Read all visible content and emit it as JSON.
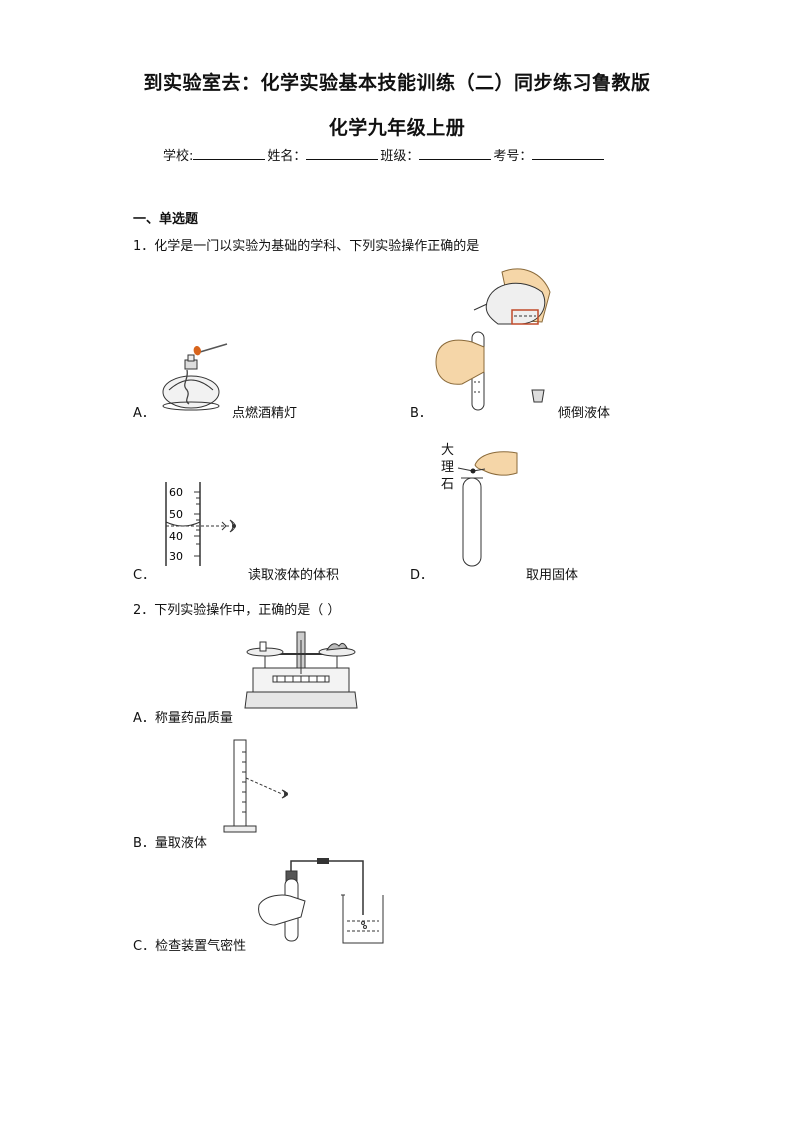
{
  "doc": {
    "title_line1": "到实验室去：化学实验基本技能训练（二）同步练习鲁教版",
    "title_line2": "化学九年级上册",
    "info": {
      "school": "学校:",
      "name": "姓名：",
      "class": "班级：",
      "exam_no": "考号："
    },
    "section1": "一、单选题",
    "q1": {
      "stem": "1．化学是一门以实验为基础的学科、下列实验操作正确的是",
      "options": [
        {
          "letter": "A．",
          "caption": "点燃酒精灯"
        },
        {
          "letter": "B．",
          "caption": "倾倒液体"
        },
        {
          "letter": "C．",
          "caption": "读取液体的体积"
        },
        {
          "letter": "D．",
          "caption": "取用固体"
        }
      ],
      "cylinder_ticks": [
        "60",
        "50",
        "40",
        "30"
      ],
      "marble_label": [
        "大",
        "理",
        "石"
      ]
    },
    "q2": {
      "stem": "2．下列实验操作中，正确的是（ ）",
      "options": [
        {
          "label": "A．称量药品质量"
        },
        {
          "label": "B．量取液体"
        },
        {
          "label": "C．检查装置气密性"
        }
      ]
    }
  }
}
